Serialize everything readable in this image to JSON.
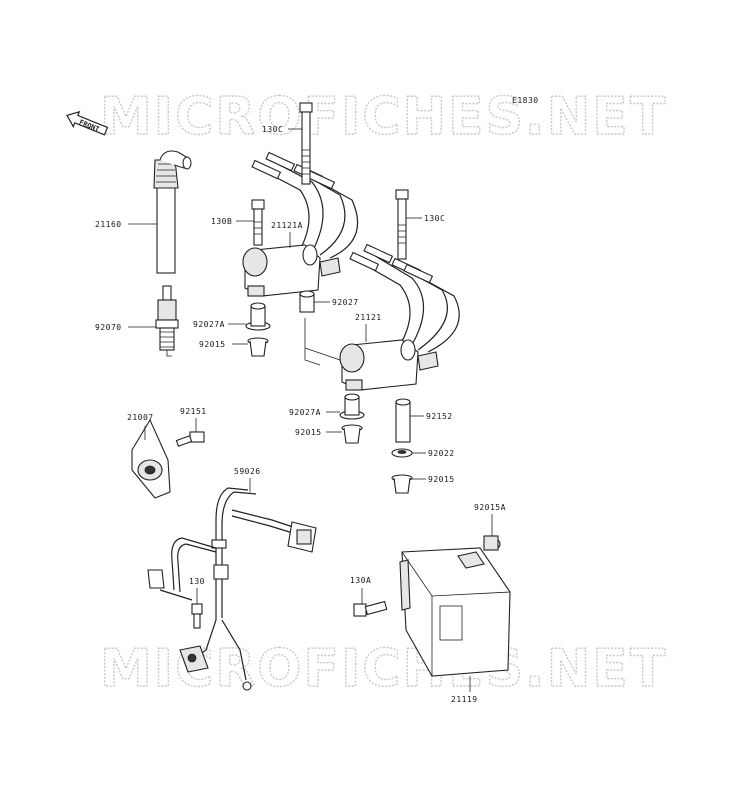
{
  "diagram": {
    "code": "E1830",
    "front_label": "FRONT",
    "watermarks": [
      "MICROFICHES.NET",
      "MICROFICHES.NET"
    ],
    "part_labels": {
      "p130C_top": "130C",
      "p130B": "130B",
      "p21121A": "21121A",
      "p130C_right": "130C",
      "p21160": "21160",
      "p92070": "92070",
      "p92027A_left": "92027A",
      "p92015_left": "92015",
      "p92027": "92027",
      "p21121": "21121",
      "p92027A_mid": "92027A",
      "p92015_mid": "92015",
      "p92152": "92152",
      "p92022": "92022",
      "p92015_right": "92015",
      "p21007": "21007",
      "p92151": "92151",
      "p59026": "59026",
      "p92015A": "92015A",
      "p130": "130",
      "p130A": "130A",
      "p21119": "21119"
    }
  }
}
